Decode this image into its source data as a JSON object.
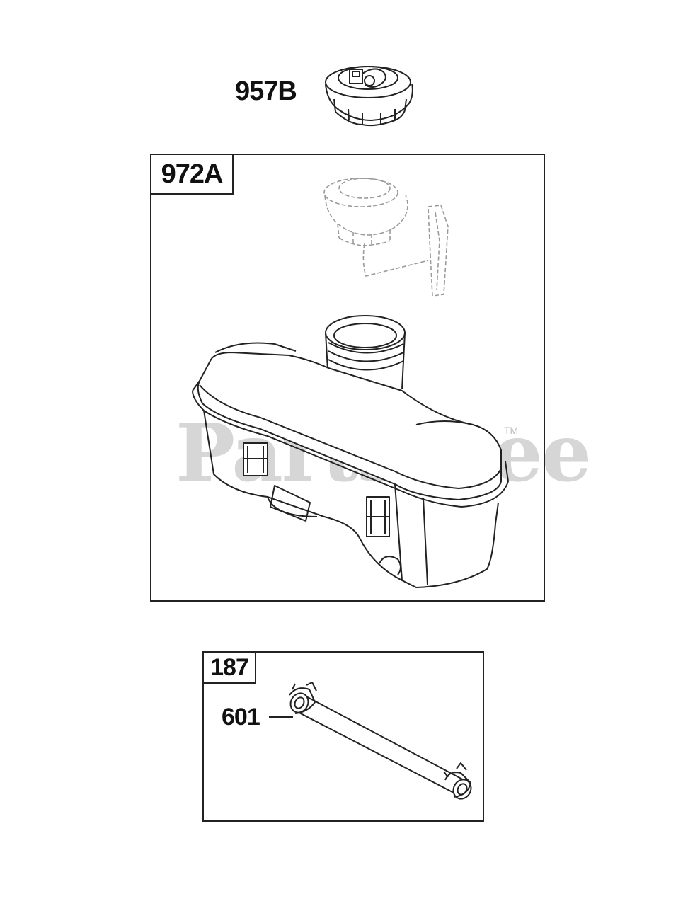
{
  "parts": {
    "cap_label": "957B",
    "tank_kit_label": "972A",
    "line_kit_label": "187",
    "fuel_line_label": "601"
  },
  "watermark": {
    "text": "PartsTree",
    "tm": "TM"
  },
  "colors": {
    "line": "#222222",
    "ghost": "#9a9a9a",
    "watermark": "#d6d6d6"
  }
}
